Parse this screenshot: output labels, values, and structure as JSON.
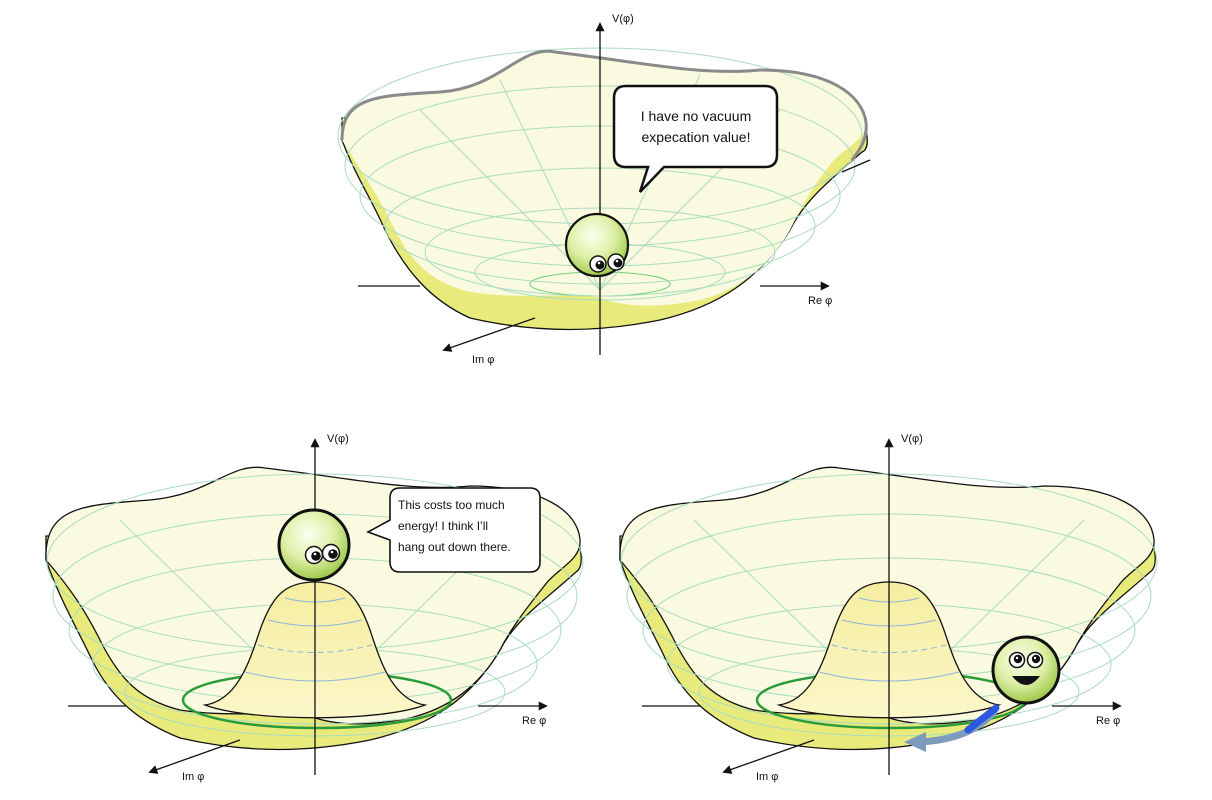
{
  "colors": {
    "bowl_outer": "#e8ea7c",
    "bowl_inner": "#f9fadf",
    "grid": "#a9dcc0",
    "rim": "#8a8a8a",
    "vev_ring": "#2a9a3a",
    "ball_light": "#f4fbd9",
    "ball_dark": "#a9cf55",
    "arrow_blue": "#2b58e0",
    "arrow_gray": "#7d9bbd"
  },
  "panels": {
    "top": {
      "y_axis_label": "V(φ)",
      "x_axis_label": "Re φ",
      "z_axis_label": "Im φ",
      "speech_line1": "I have no vacuum",
      "speech_line2": "expecation value!",
      "ball_icon": "worried-ball-icon"
    },
    "bottom_left": {
      "y_axis_label": "V(φ)",
      "x_axis_label": "Re φ",
      "z_axis_label": "Im φ",
      "speech_line1": "This costs too much",
      "speech_line2": "energy! I think I’ll",
      "speech_line3": "hang out down there.",
      "ball_icon": "worried-ball-icon"
    },
    "bottom_right": {
      "y_axis_label": "V(φ)",
      "x_axis_label": "Re φ",
      "z_axis_label": "Im φ",
      "ball_icon": "happy-ball-icon",
      "arrow_icon": "rolling-arrow-icon"
    }
  }
}
